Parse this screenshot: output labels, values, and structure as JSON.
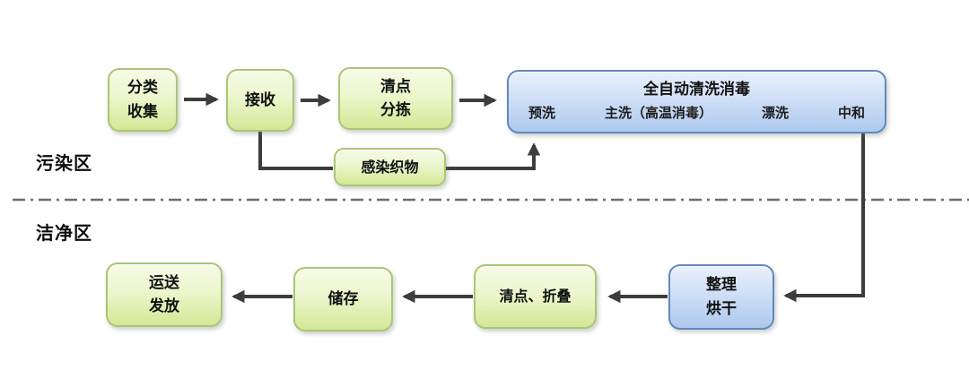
{
  "diagram": {
    "title_hint": "hospital-linen-washing-disinfection-flow",
    "zones": {
      "contaminated": "污染区",
      "clean": "洁净区"
    },
    "nodes": {
      "collect": "分类\n收集",
      "receive": "接收",
      "count_sort": "清点\n分拣",
      "infected": "感染织物",
      "machine": {
        "title": "全自动清洗消毒",
        "stages": [
          "预洗",
          "主洗（高温消毒）",
          "漂洗",
          "中和"
        ]
      },
      "arrange_dry": "整理\n烘干",
      "count_fold": "清点、折叠",
      "store": "储存",
      "deliver": "运送\n发放"
    },
    "colors": {
      "process_green_fill": "#d3e896",
      "process_green_border": "#a9c677",
      "machine_blue_fill": "#aec9ee",
      "machine_blue_border": "#6288bf",
      "arrow": "#3d3d3d",
      "divider": "#6e6e6e",
      "text": "#111111"
    }
  }
}
